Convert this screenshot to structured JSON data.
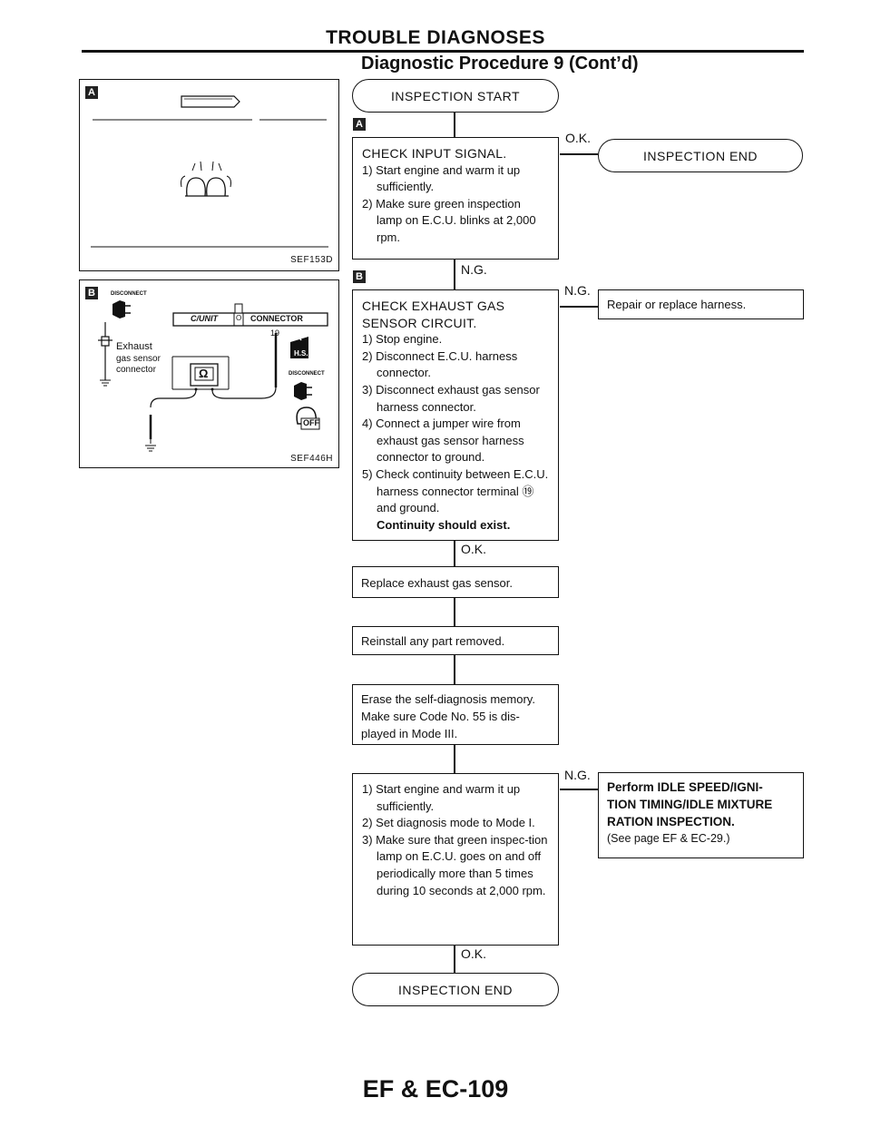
{
  "header": {
    "title": "TROUBLE DIAGNOSES",
    "subtitle": "Diagnostic Procedure 9 (Cont’d)"
  },
  "figure_a": {
    "label": "A",
    "code": "SEF153D"
  },
  "figure_b": {
    "label": "B",
    "disconnect_1": "DISCONNECT",
    "unit_label": "C/UNIT",
    "connector_label": "CONNECTOR",
    "pin_label": "O",
    "terminal": "19",
    "sensor_label_1": "Exhaust",
    "sensor_label_2": "gas sensor",
    "sensor_label_3": "connector",
    "ohm": "Ω",
    "hs": "H.S.",
    "disconnect_2": "DISCONNECT",
    "off": "OFF",
    "code": "SEF446H"
  },
  "flow": {
    "start": "INSPECTION START",
    "marker_a": "A",
    "marker_b": "B",
    "check_input": {
      "head": "CHECK INPUT SIGNAL.",
      "items": [
        "1) Start engine and warm it up sufficiently.",
        "2) Make sure green inspection lamp on E.C.U. blinks at 2,000 rpm."
      ]
    },
    "ok_1": "O.K.",
    "end_1": "INSPECTION END",
    "ng_1": "N.G.",
    "check_exhaust": {
      "head_1": "CHECK EXHAUST GAS",
      "head_2": "SENSOR CIRCUIT.",
      "items": [
        "1) Stop engine.",
        "2) Disconnect E.C.U. harness connector.",
        "3) Disconnect exhaust gas sensor harness connector.",
        "4) Connect a jumper wire from exhaust gas sensor harness connector to ground.",
        "5) Check continuity between E.C.U. harness connector terminal ⑲ and ground."
      ],
      "result": "Continuity should exist."
    },
    "ng_2": "N.G.",
    "repair": "Repair or replace harness.",
    "ok_2": "O.K.",
    "replace": "Replace exhaust gas sensor.",
    "reinstall": "Reinstall any part removed.",
    "erase_1": "Erase the self-diagnosis memory.",
    "erase_2": "Make sure Code No. 55 is dis-",
    "erase_3": "played in Mode III.",
    "final_check": {
      "items": [
        "1) Start engine and warm it up sufficiently.",
        "2) Set diagnosis mode to Mode I.",
        "3) Make sure that green inspec-tion lamp on E.C.U. goes on and off periodically more than 5 times during 10 seconds at 2,000 rpm."
      ]
    },
    "ng_3": "N.G.",
    "perform_1": "Perform IDLE SPEED/IGNI-",
    "perform_2": "TION TIMING/IDLE MIXTURE",
    "perform_3": "RATION INSPECTION.",
    "perform_ref": "(See page EF & EC-29.)",
    "ok_3": "O.K.",
    "end_2": "INSPECTION END"
  },
  "footer": {
    "page": "EF & EC-109"
  }
}
